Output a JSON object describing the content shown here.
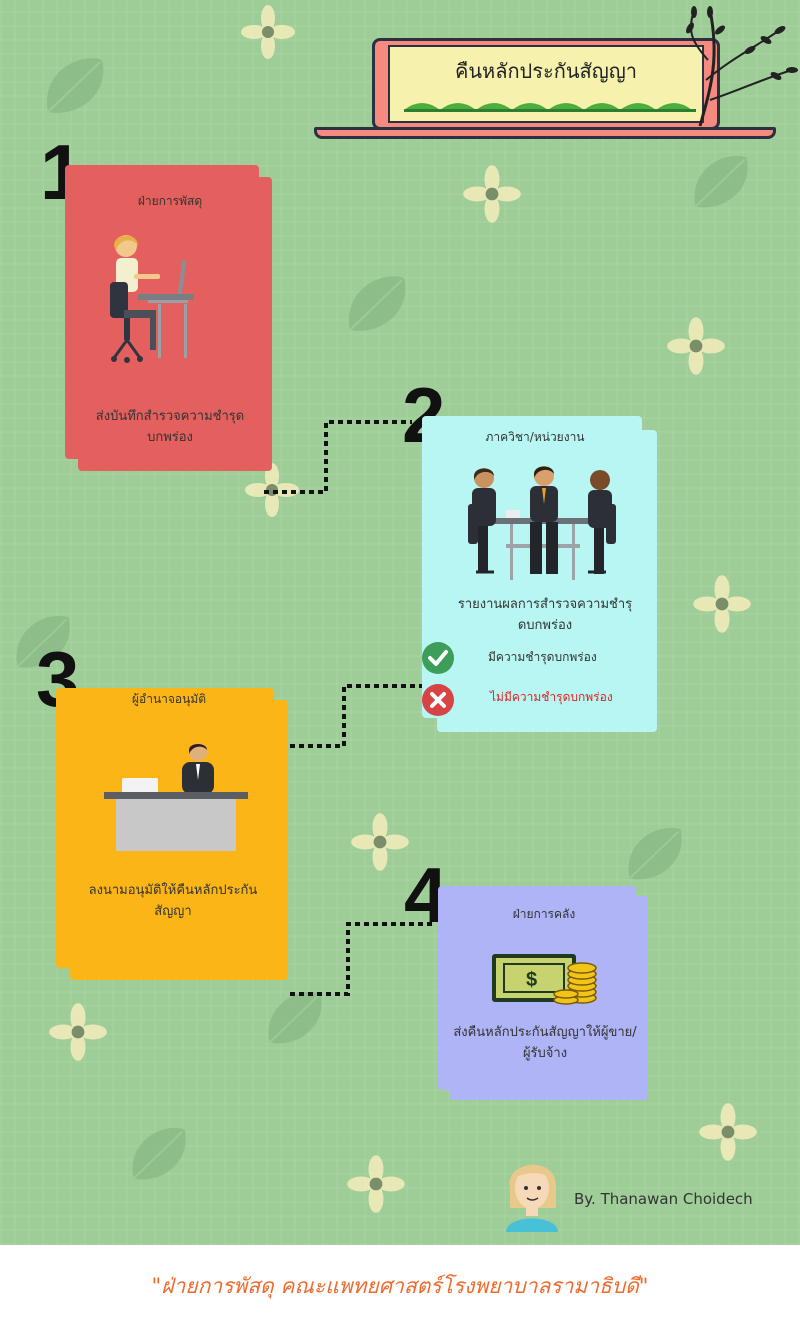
{
  "title": "คืนหลักประกันสัญญา",
  "steps": [
    {
      "number": "1",
      "heading": "ฝ่ายการพัสดุ",
      "text_line1": "ส่งบันทึกสำรวจความชำรุด",
      "text_line2": "บกพร่อง"
    },
    {
      "number": "2",
      "heading": "ภาควิชา/หน่วยงาน",
      "text_line1": "รายงานผลการสำรวจความชำรุ",
      "text_line2": "ดบกพร่อง",
      "options": [
        {
          "label": "มีความชำรุดบกพร่อง",
          "icon": "check-icon"
        },
        {
          "label": "ไม่มีความชำรุดบกพร่อง",
          "icon": "cross-icon"
        }
      ]
    },
    {
      "number": "3",
      "heading": "ผู้อำนาจอนุมัติ",
      "text_line1": "ลงนามอนุมัติให้คืนหลักประกัน",
      "text_line2": "สัญญา"
    },
    {
      "number": "4",
      "heading": "ฝ่ายการคลัง",
      "text_line1": "ส่งคืนหลักประกันสัญญาให้ผู้ขาย/",
      "text_line2": "ผู้รับจ้าง",
      "money_symbol": "$"
    }
  ],
  "author": "By. Thanawan  Choidech",
  "footer": "\"ฝ่ายการพัสดุ คณะแพทยศาสตร์โรงพยาบาลรามาธิบดี\"",
  "colors": {
    "background": "#9ecd98",
    "step1": "#e3605e",
    "step2": "#b7f6f3",
    "step3": "#fbb516",
    "step4": "#aeb4f6",
    "footer_text": "#ef6a2c",
    "negative": "#e02424"
  }
}
